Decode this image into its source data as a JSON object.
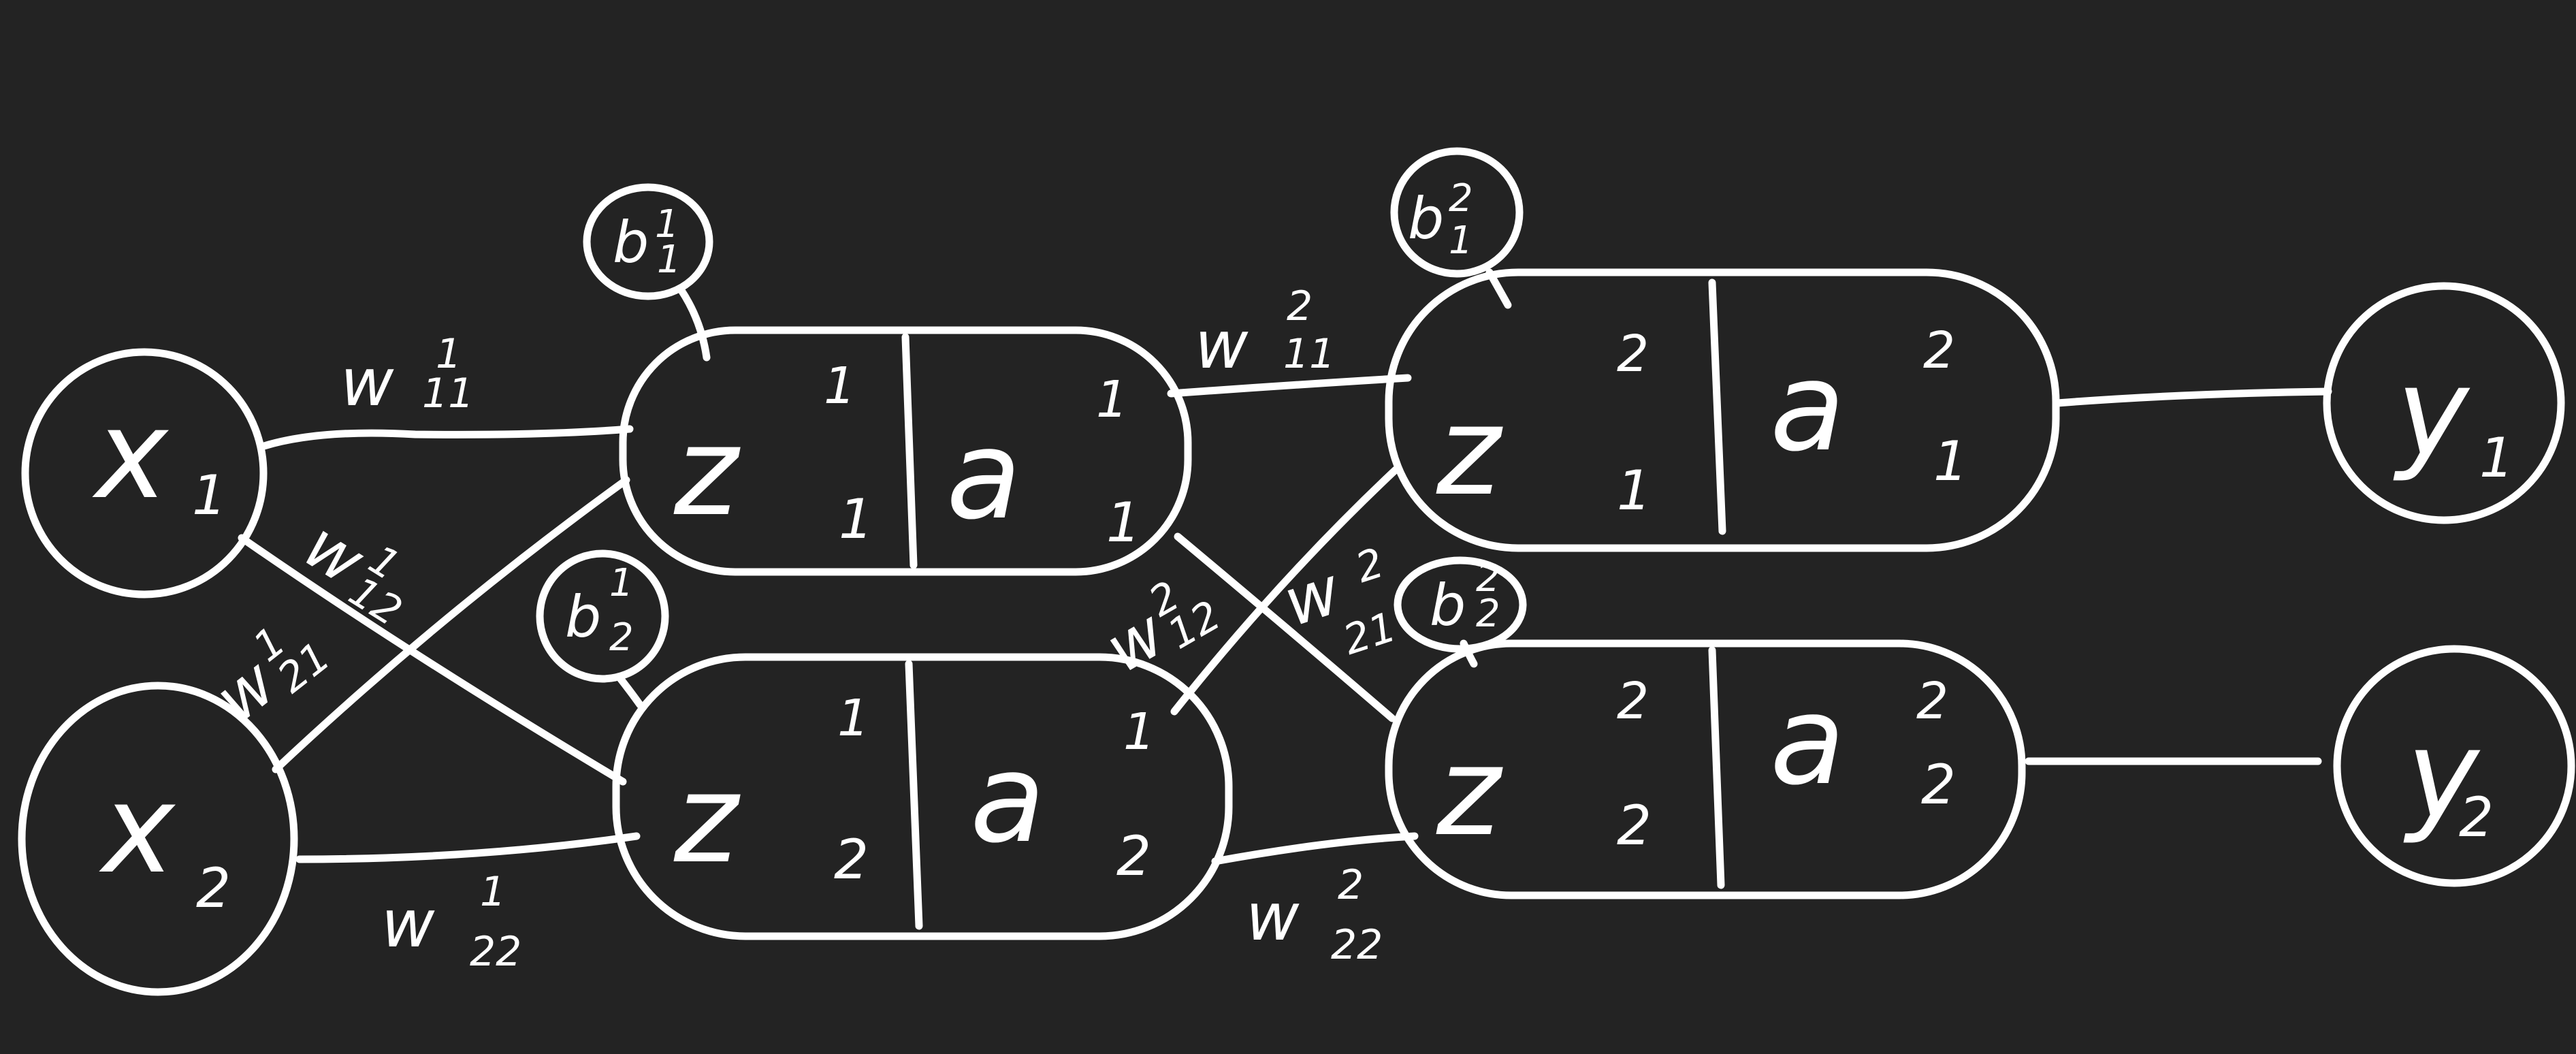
{
  "inputs": [
    {
      "base": "x",
      "sub": "1"
    },
    {
      "base": "x",
      "sub": "2"
    }
  ],
  "outputs": [
    {
      "base": "y",
      "sub": "1"
    },
    {
      "base": "y",
      "sub": "2"
    }
  ],
  "neurons": [
    {
      "z": {
        "base": "z",
        "sup": "1",
        "sub": "1"
      },
      "a": {
        "base": "a",
        "sup": "1",
        "sub": "1"
      }
    },
    {
      "z": {
        "base": "z",
        "sup": "1",
        "sub": "2"
      },
      "a": {
        "base": "a",
        "sup": "1",
        "sub": "2"
      }
    },
    {
      "z": {
        "base": "z",
        "sup": "2",
        "sub": "1"
      },
      "a": {
        "base": "a",
        "sup": "2",
        "sub": "1"
      }
    },
    {
      "z": {
        "base": "z",
        "sup": "2",
        "sub": "2"
      },
      "a": {
        "base": "a",
        "sup": "2",
        "sub": "2"
      }
    }
  ],
  "biases": [
    {
      "base": "b",
      "sup": "1",
      "sub": "1"
    },
    {
      "base": "b",
      "sup": "1",
      "sub": "2"
    },
    {
      "base": "b",
      "sup": "2",
      "sub": "1"
    },
    {
      "base": "b",
      "sup": "2",
      "sub": "2"
    }
  ],
  "weights": [
    {
      "base": "w",
      "sup": "1",
      "sub": "11"
    },
    {
      "base": "w",
      "sup": "1",
      "sub": "12"
    },
    {
      "base": "w",
      "sup": "1",
      "sub": "21"
    },
    {
      "base": "w",
      "sup": "1",
      "sub": "22"
    },
    {
      "base": "w",
      "sup": "2",
      "sub": "11"
    },
    {
      "base": "w",
      "sup": "2",
      "sub": "12"
    },
    {
      "base": "w",
      "sup": "2",
      "sub": "21"
    },
    {
      "base": "w",
      "sup": "2",
      "sub": "22"
    }
  ],
  "colors": {
    "background": "#232323",
    "ink": "#ffffff"
  }
}
